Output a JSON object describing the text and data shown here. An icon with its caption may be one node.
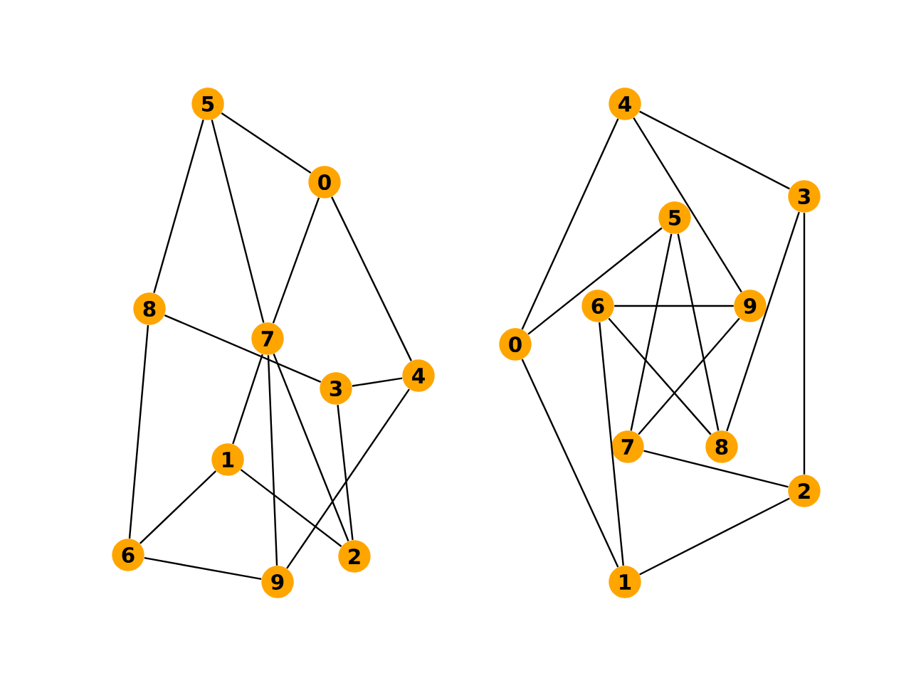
{
  "diagram": {
    "nodes": [
      {
        "text": [
          "0"
        ]
      },
      {
        "text": [
          "1"
        ]
      },
      {
        "text": [
          "2"
        ]
      },
      {
        "text": [
          "3"
        ]
      },
      {
        "text": [
          "4"
        ]
      },
      {
        "text": [
          "5"
        ]
      },
      {
        "text": [
          "6"
        ]
      },
      {
        "text": [
          "7"
        ]
      },
      {
        "text": [
          "8"
        ]
      },
      {
        "text": [
          "9"
        ]
      },
      {
        "text": [
          "0"
        ]
      },
      {
        "text": [
          "1"
        ]
      },
      {
        "text": [
          "2"
        ]
      },
      {
        "text": [
          "3"
        ]
      },
      {
        "text": [
          "4"
        ]
      },
      {
        "text": [
          "5"
        ]
      },
      {
        "text": [
          "6"
        ]
      },
      {
        "text": [
          "7"
        ]
      },
      {
        "text": [
          "8"
        ]
      },
      {
        "text": [
          "9"
        ]
      }
    ],
    "edges": [
      {
        "from": 5,
        "to": 0,
        "arrow": "none"
      },
      {
        "from": 5,
        "to": 8,
        "arrow": "none"
      },
      {
        "from": 5,
        "to": 7,
        "arrow": "none"
      },
      {
        "from": 0,
        "to": 7,
        "arrow": "none"
      },
      {
        "from": 0,
        "to": 4,
        "arrow": "none"
      },
      {
        "from": 8,
        "to": 3,
        "arrow": "none"
      },
      {
        "from": 8,
        "to": 6,
        "arrow": "none"
      },
      {
        "from": 7,
        "to": 1,
        "arrow": "none"
      },
      {
        "from": 7,
        "to": 9,
        "arrow": "none"
      },
      {
        "from": 7,
        "to": 2,
        "arrow": "none"
      },
      {
        "from": 3,
        "to": 4,
        "arrow": "none"
      },
      {
        "from": 3,
        "to": 2,
        "arrow": "none"
      },
      {
        "from": 4,
        "to": 9,
        "arrow": "none"
      },
      {
        "from": 1,
        "to": 6,
        "arrow": "none"
      },
      {
        "from": 1,
        "to": 2,
        "arrow": "none"
      },
      {
        "from": 6,
        "to": 9,
        "arrow": "none"
      },
      {
        "from": 14,
        "to": 13,
        "arrow": "none"
      },
      {
        "from": 14,
        "to": 10,
        "arrow": "none"
      },
      {
        "from": 14,
        "to": 19,
        "arrow": "none"
      },
      {
        "from": 13,
        "to": 12,
        "arrow": "none"
      },
      {
        "from": 13,
        "to": 18,
        "arrow": "none"
      },
      {
        "from": 15,
        "to": 10,
        "arrow": "none"
      },
      {
        "from": 15,
        "to": 17,
        "arrow": "none"
      },
      {
        "from": 15,
        "to": 18,
        "arrow": "none"
      },
      {
        "from": 16,
        "to": 19,
        "arrow": "none"
      },
      {
        "from": 16,
        "to": 18,
        "arrow": "none"
      },
      {
        "from": 16,
        "to": 11,
        "arrow": "none"
      },
      {
        "from": 19,
        "to": 17,
        "arrow": "none"
      },
      {
        "from": 10,
        "to": 11,
        "arrow": "none"
      },
      {
        "from": 17,
        "to": 12,
        "arrow": "none"
      },
      {
        "from": 12,
        "to": 11,
        "arrow": "none"
      }
    ]
  }
}
